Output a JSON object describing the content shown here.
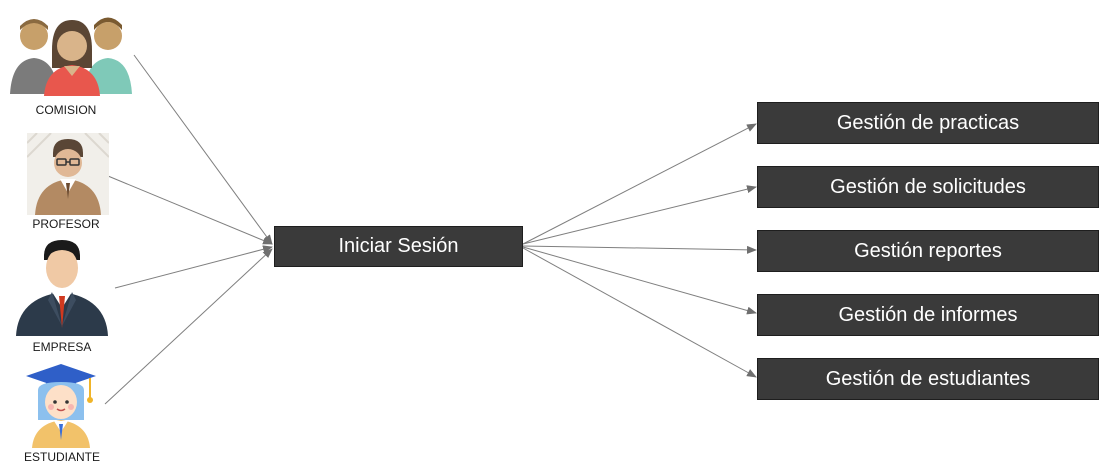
{
  "actors": [
    {
      "label": "COMISION",
      "icon": "group-people-icon"
    },
    {
      "label": "PROFESOR",
      "icon": "teacher-icon"
    },
    {
      "label": "EMPRESA",
      "icon": "businessman-icon"
    },
    {
      "label": "ESTUDIANTE",
      "icon": "graduate-student-icon"
    }
  ],
  "center": {
    "label": "Iniciar Sesión"
  },
  "modules": [
    {
      "label": "Gestión de practicas"
    },
    {
      "label": "Gestión de solicitudes"
    },
    {
      "label": "Gestión reportes"
    },
    {
      "label": "Gestión de informes"
    },
    {
      "label": "Gestión de estudiantes"
    }
  ],
  "colors": {
    "box_fill": "#3a3a3a",
    "box_text": "#ffffff",
    "arrow": "#7f7f7f"
  }
}
